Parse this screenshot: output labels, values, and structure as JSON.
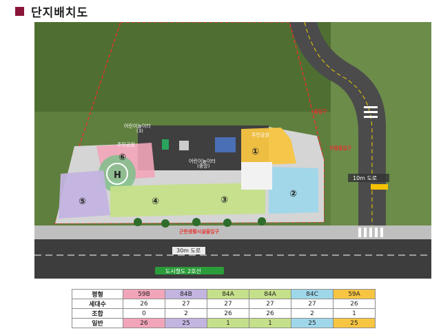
{
  "title": "단지배치도",
  "map": {
    "blocks": [
      "①",
      "②",
      "③",
      "④",
      "⑤",
      "⑥"
    ],
    "helipad": "H",
    "labels": {
      "playground_top": "어린이놀이터",
      "playground_top_sub": "(3)",
      "garden": "주민공원",
      "playground_center": "어린이놀이터",
      "playground_center_sub": "(중앙)",
      "community": "주민공원",
      "entrance_right": "출입구",
      "entrance_side": "차량출입구",
      "commercial_entrance": "근린생활시설출입구"
    },
    "roads": {
      "road_10m": "10m 도로",
      "road_30m": "30m 도로"
    },
    "metro": "도시철도 2호선"
  },
  "table": {
    "header_label": "평형",
    "columns": [
      {
        "type": "59B",
        "households": "26",
        "union": "0",
        "general": "26",
        "color": "#f2a5b9"
      },
      {
        "type": "84B",
        "households": "27",
        "union": "2",
        "general": "25",
        "color": "#c3b4e0"
      },
      {
        "type": "84A",
        "households": "27",
        "union": "26",
        "general": "1",
        "color": "#c5e08a"
      },
      {
        "type": "84A",
        "households": "27",
        "union": "26",
        "general": "1",
        "color": "#c5e08a"
      },
      {
        "type": "84C",
        "households": "27",
        "union": "2",
        "general": "25",
        "color": "#9fd7ea"
      },
      {
        "type": "59A",
        "households": "26",
        "union": "1",
        "general": "25",
        "color": "#f7c542"
      }
    ],
    "row_labels": {
      "households": "세대수",
      "union": "조합",
      "general": "일반"
    }
  }
}
